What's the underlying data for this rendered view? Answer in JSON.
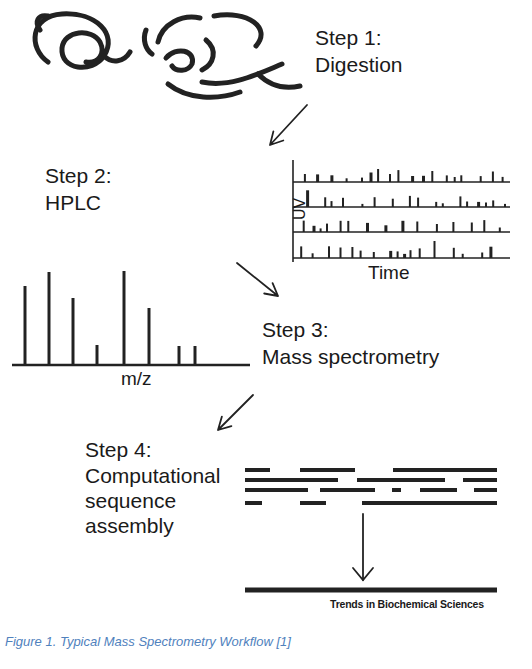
{
  "diagram": {
    "caption": "Figure 1. Typical Mass Spectrometry Workflow [1]",
    "nodes": [
      {
        "text": [
          "Step 1:",
          "Digestion"
        ]
      },
      {
        "text": [
          "Step 2:",
          "HPLC"
        ]
      },
      {
        "text": [
          "Step 3:",
          "Mass spectrometry"
        ]
      },
      {
        "text": [
          "Step 4:",
          "Computational sequence assembly"
        ]
      }
    ],
    "edges": [
      {
        "from": 0,
        "to": 1,
        "arrow": "to"
      },
      {
        "from": 1,
        "to": 2,
        "arrow": "to"
      },
      {
        "from": 2,
        "to": 3,
        "arrow": "to"
      }
    ],
    "labels": [
      "UV",
      "Time",
      "m/z",
      "Trends in Biochemical Sciences"
    ]
  }
}
